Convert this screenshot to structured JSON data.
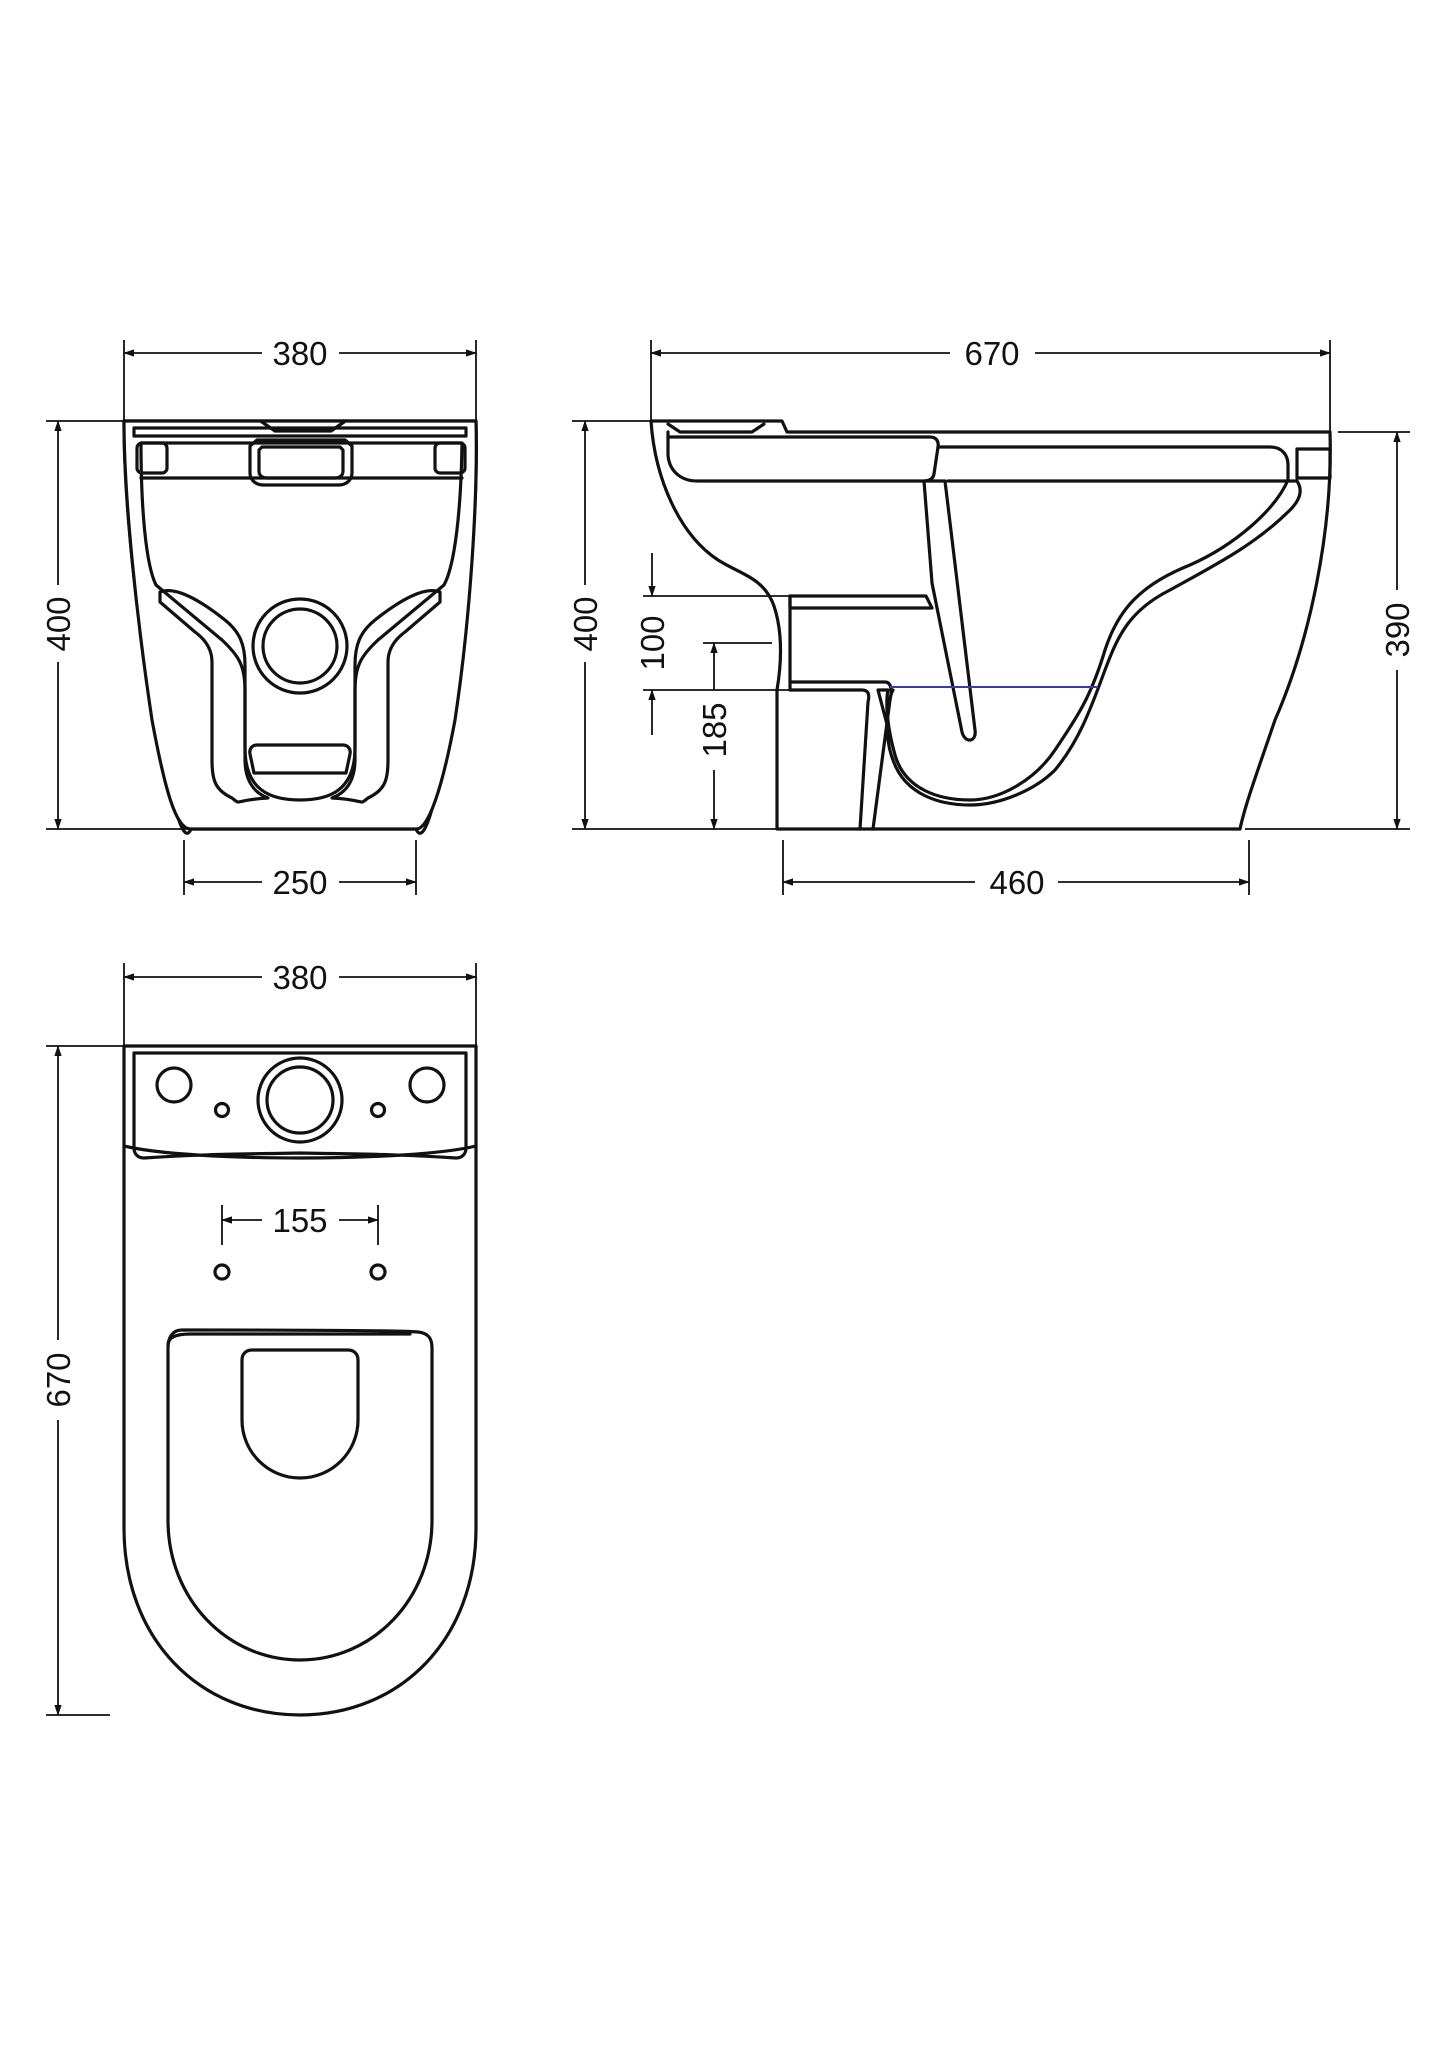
{
  "dimensions": {
    "front_width": "380",
    "front_height": "400",
    "front_base_width": "250",
    "side_length": "670",
    "side_height_left": "400",
    "side_height_right": "390",
    "outlet_height": "100",
    "outlet_center_height": "185",
    "side_base_length": "460",
    "plan_width": "380",
    "plan_length": "670",
    "seat_fixing_centres": "155"
  },
  "colors": {
    "line": "#111111",
    "water_line": "#3b3ba8",
    "background": "#ffffff"
  }
}
